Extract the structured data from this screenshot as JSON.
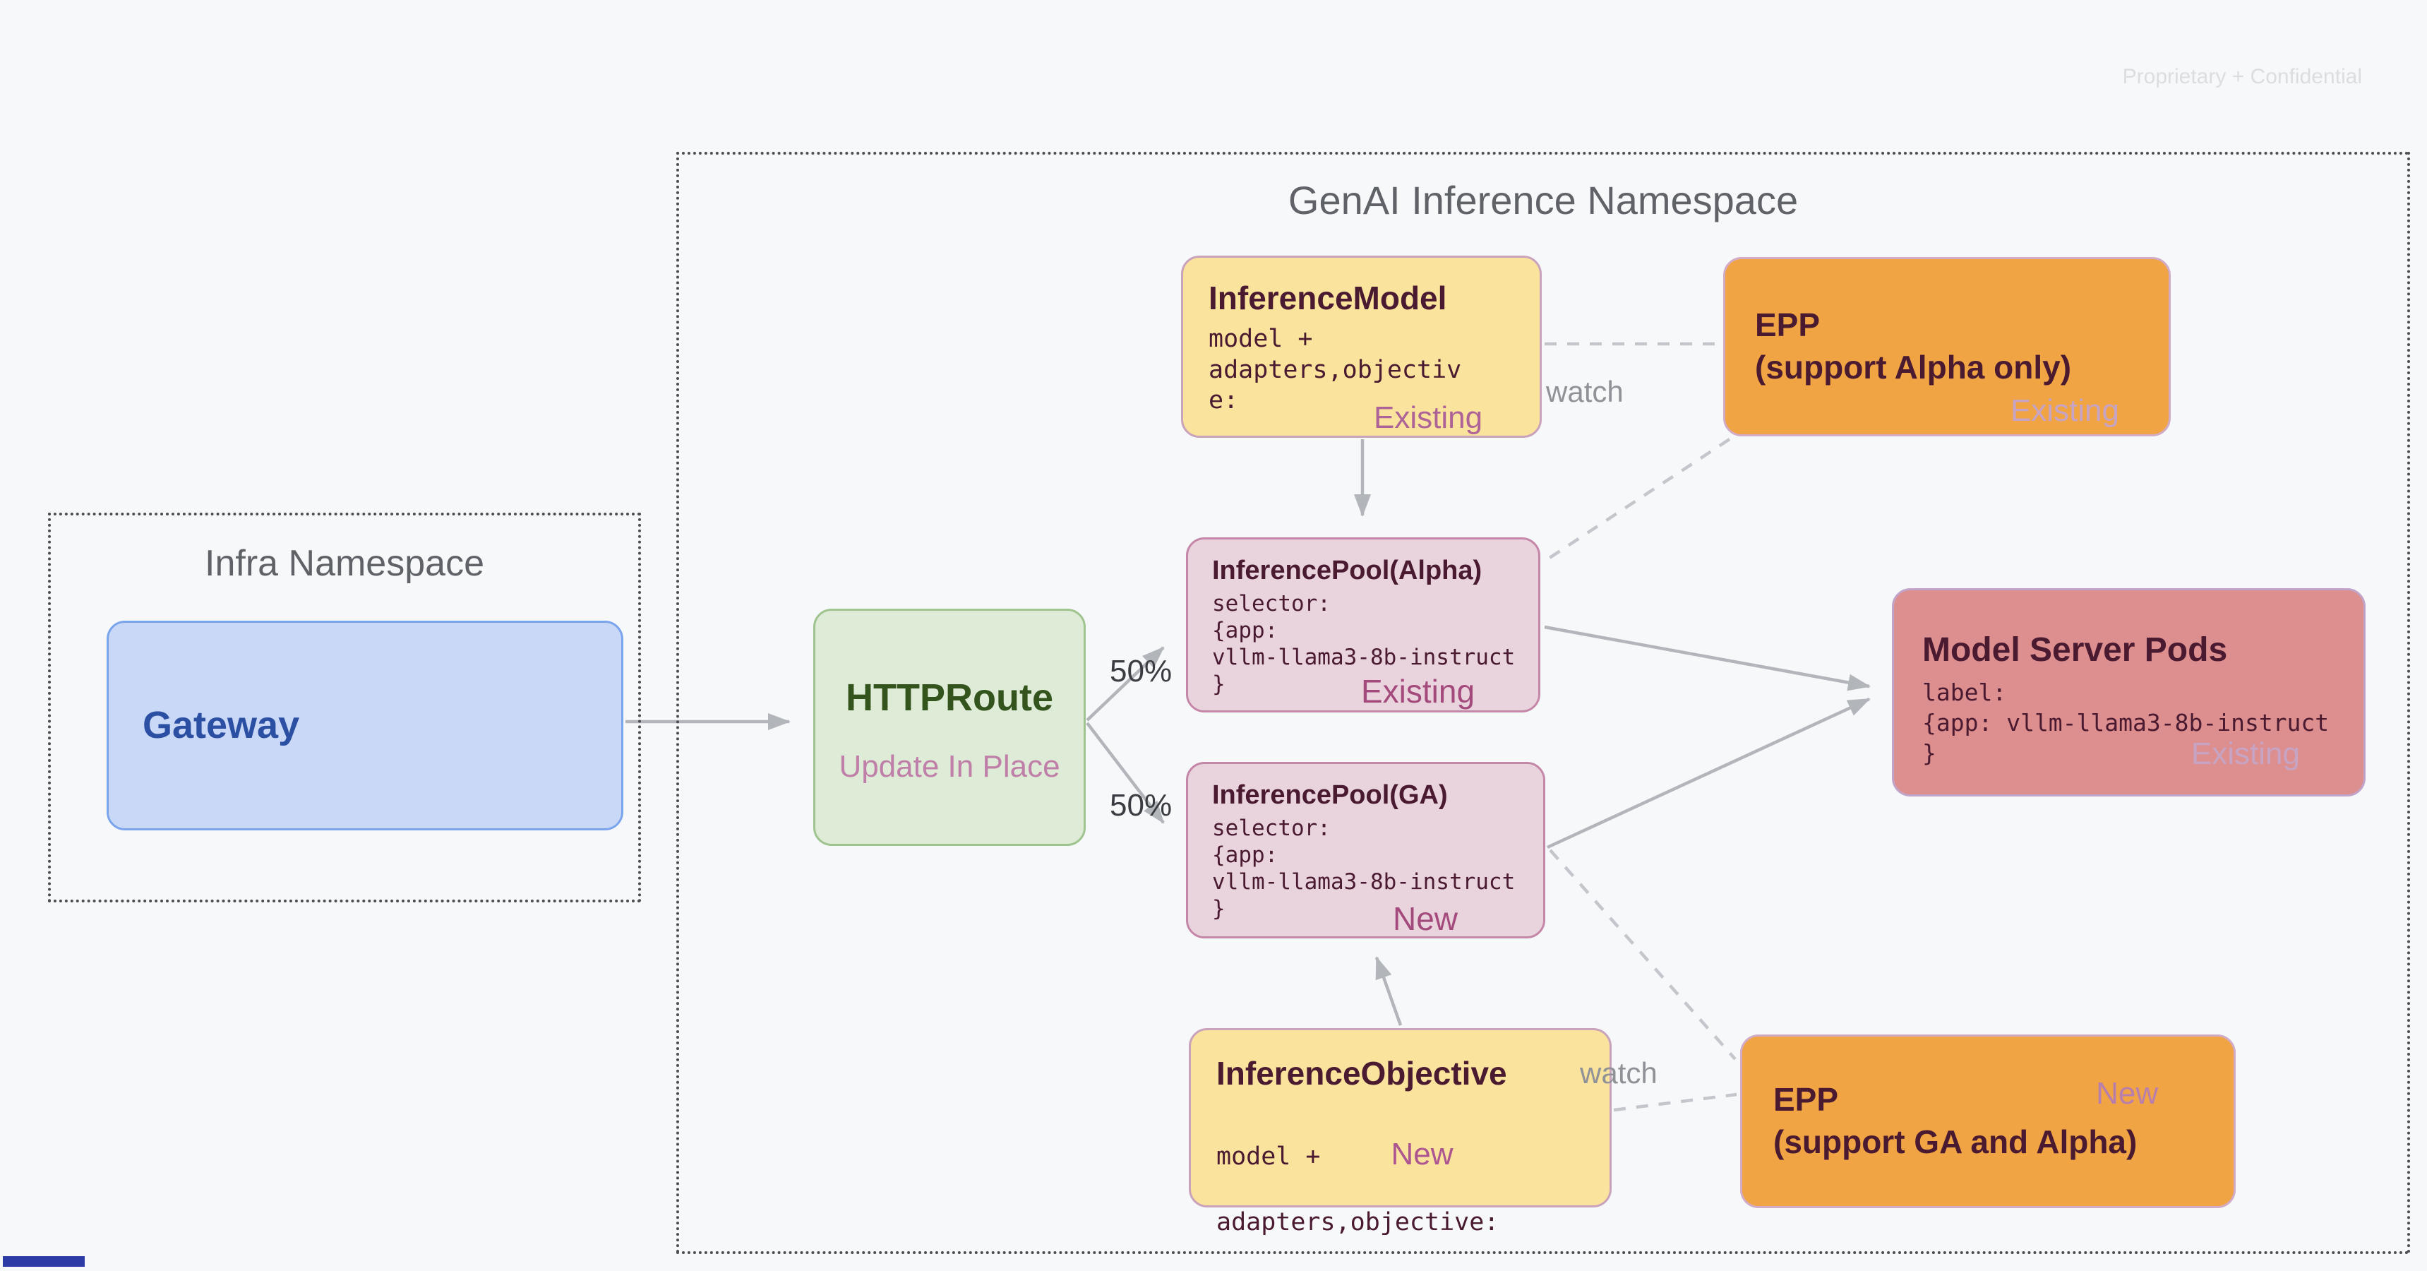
{
  "watermark": "Proprietary + Confidential",
  "namespaces": {
    "genai": {
      "title": "GenAI Inference Namespace"
    },
    "infra": {
      "title": "Infra Namespace"
    }
  },
  "nodes": {
    "gateway": {
      "title": "Gateway"
    },
    "httproute": {
      "title": "HTTPRoute",
      "subtitle": "Update In Place"
    },
    "inference_model": {
      "title": "InferenceModel",
      "body": "model +\nadapters,objectiv\ne:",
      "tag": "Existing"
    },
    "epp_alpha": {
      "title": "EPP\n(support Alpha only)",
      "tag": "Existing"
    },
    "pool_alpha": {
      "title": "InferencePool(Alpha)",
      "body": "selector:\n{app:\nvllm-llama3-8b-instruct\n}",
      "tag": "Existing"
    },
    "pool_ga": {
      "title": "InferencePool(GA)",
      "body": "selector:\n{app:\nvllm-llama3-8b-instruct\n}",
      "tag": "New"
    },
    "model_server_pods": {
      "title": "Model Server Pods",
      "body": "label:\n{app: vllm-llama3-8b-instruct\n}",
      "tag": "Existing"
    },
    "inference_objective": {
      "title": "InferenceObjective",
      "body_line1": "model +",
      "body_line2": "adapters,objective:",
      "tag": "New"
    },
    "epp_ga": {
      "title": "EPP\n(support GA and Alpha)",
      "tag": "New"
    }
  },
  "edge_labels": {
    "watch_top": "watch",
    "watch_bottom": "watch",
    "split_alpha": "50%",
    "split_ga": "50%"
  },
  "colors": {
    "background": "#F7F8FA",
    "yellow_fill": "#FAE39C",
    "orange_fill": "#F0A444",
    "pink_fill": "#E9D4DE",
    "rose_fill": "#DC8F8E",
    "green_fill": "#DEEBD6",
    "blue_fill": "#C8D8F6",
    "dark_text": "#4A1A31",
    "tag_dark": "#A3497B",
    "tag_light": "#C7A3C4",
    "line_gray": "#B2B5BA"
  }
}
